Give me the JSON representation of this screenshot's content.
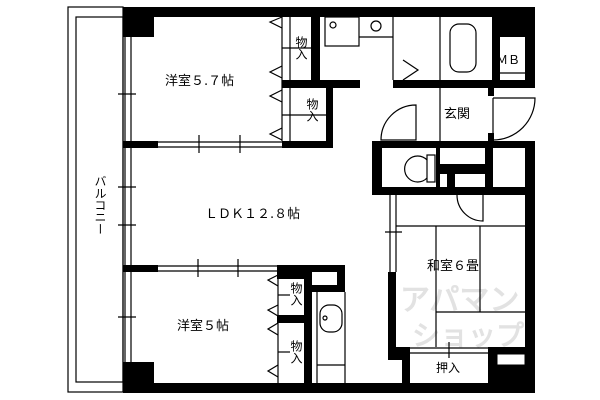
{
  "plan": {
    "rooms": {
      "western_room_a": "洋室５.７帖",
      "ldk": "ＬＤＫ１２.８帖",
      "western_room_b": "洋室５帖",
      "japanese_room": "和室６畳",
      "balcony": "バルコニー",
      "entrance": "玄関",
      "meter_box": "ＭＢ",
      "closet_1": "物入",
      "closet_2": "物入",
      "closet_3": "物入",
      "closet_4": "物入",
      "oshiire": "押入"
    },
    "watermark": {
      "line1": "アパマン",
      "line2": "ショップ"
    },
    "colors": {
      "wall": "#000000",
      "watermark": "#e2e2e2"
    }
  }
}
